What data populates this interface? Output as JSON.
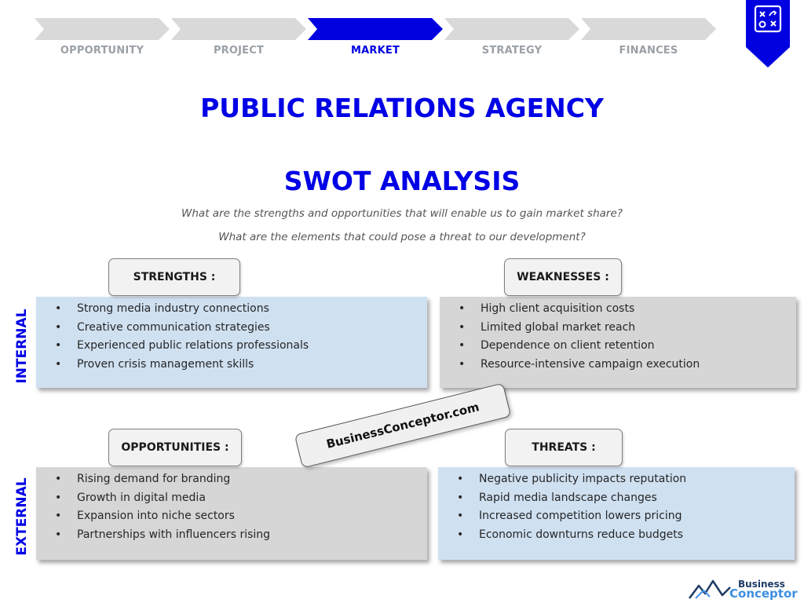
{
  "steps": [
    {
      "label": "OPPORTUNITY",
      "active": false
    },
    {
      "label": "PROJECT",
      "active": false
    },
    {
      "label": "MARKET",
      "active": true
    },
    {
      "label": "STRATEGY",
      "active": false
    },
    {
      "label": "FINANCES",
      "active": false
    }
  ],
  "colors": {
    "accent": "#0000e6",
    "step_inactive": "#d9d9d9",
    "step_active": "#0000e0",
    "box_blue": "#cfe0f1",
    "box_grey": "#d6d6d6"
  },
  "badge": {
    "icon": "strategy-board-icon"
  },
  "title": "PUBLIC RELATIONS AGENCY",
  "subtitle": "SWOT ANALYSIS",
  "questions": [
    "What are the strengths and opportunities that will enable us to gain market share?",
    "What are the elements that could pose a threat to our development?"
  ],
  "side_labels": {
    "internal": "INTERNAL",
    "external": "EXTERNAL"
  },
  "swot": {
    "strengths": {
      "header": "STRENGTHS :",
      "items": [
        "Strong media industry connections",
        "Creative communication strategies",
        "Experienced public relations professionals",
        "Proven crisis management skills"
      ]
    },
    "weaknesses": {
      "header": "WEAKNESSES :",
      "items": [
        "High client acquisition costs",
        "Limited global market reach",
        "Dependence on client retention",
        "Resource-intensive campaign execution"
      ]
    },
    "opportunities": {
      "header": "OPPORTUNITIES :",
      "items": [
        "Rising demand for branding",
        "Growth in digital media",
        "Expansion into niche sectors",
        "Partnerships with influencers rising"
      ]
    },
    "threats": {
      "header": "THREATS :",
      "items": [
        "Negative publicity impacts reputation",
        "Rapid media landscape changes",
        "Increased competition lowers pricing",
        "Economic downturns reduce budgets"
      ]
    }
  },
  "watermark": "BusinessConceptor.com",
  "logo": {
    "line1": "Business",
    "line2": "Conceptor",
    "icon": "mountain-logo-icon"
  }
}
